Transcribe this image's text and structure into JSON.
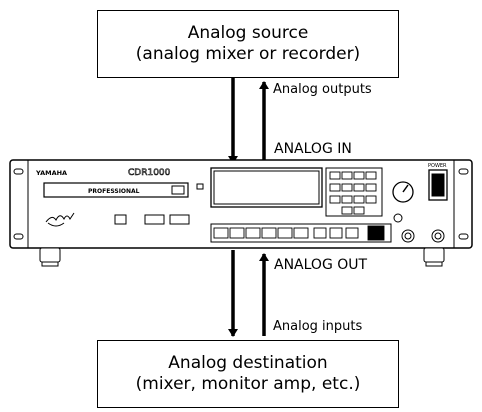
{
  "source": {
    "line1": "Analog source",
    "line2": "(analog mixer or recorder)"
  },
  "destination": {
    "line1": "Analog destination",
    "line2": "(mixer, monitor amp, etc.)"
  },
  "labels": {
    "analog_outputs": "Analog outputs",
    "analog_in": "ANALOG IN",
    "analog_out": "ANALOG OUT",
    "analog_inputs": "Analog inputs"
  },
  "device": {
    "brand": "YAMAHA",
    "model": "CDR1000",
    "tray_label": "PROFESSIONAL",
    "power_label": "POWER"
  }
}
